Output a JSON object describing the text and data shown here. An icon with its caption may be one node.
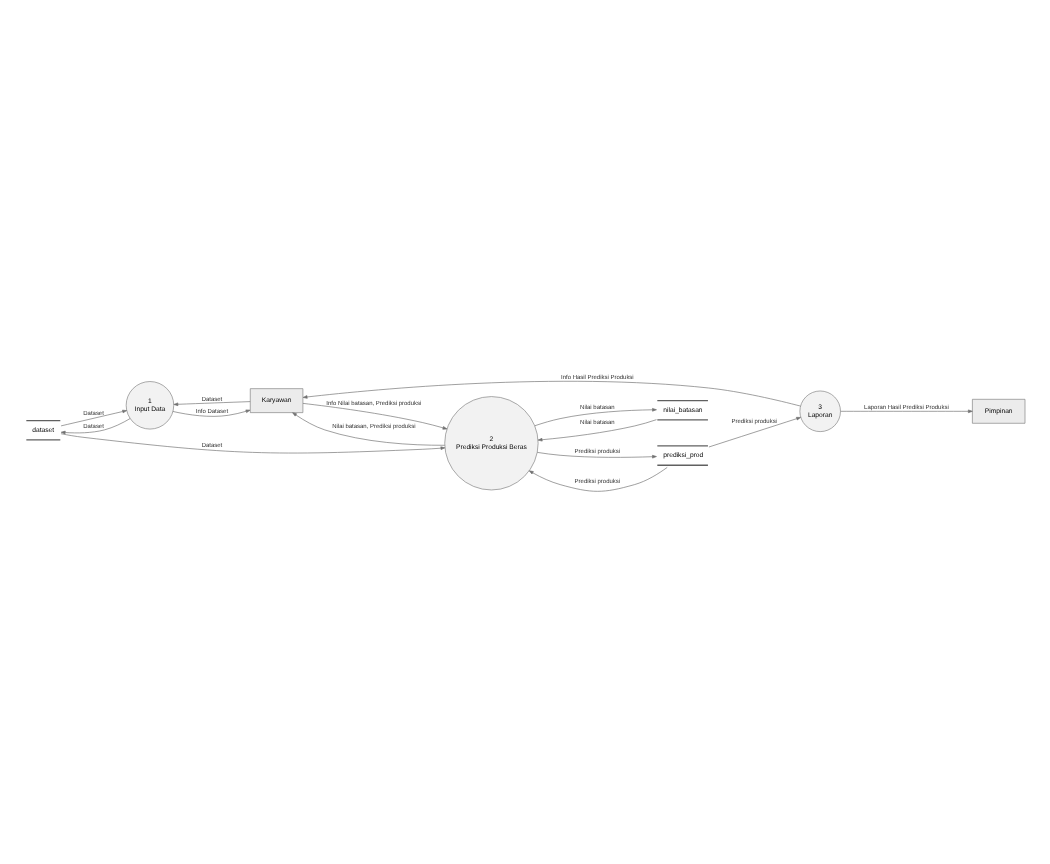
{
  "diagram": {
    "nodes": [
      {
        "text": [
          "dataset"
        ]
      },
      {
        "text": [
          "1",
          "Input Data"
        ]
      },
      {
        "text": [
          "2",
          "Prediksi Produksi Beras"
        ]
      },
      {
        "text": [
          "Karyawan"
        ]
      },
      {
        "text": [
          "nilai_batasan"
        ]
      },
      {
        "text": [
          "prediksi_prod"
        ]
      },
      {
        "text": [
          "3",
          "Laporan"
        ]
      },
      {
        "text": [
          "Pimpinan"
        ]
      }
    ],
    "edges": [
      {
        "from": 1,
        "to": 0,
        "arrow": "to",
        "label": "Dataset"
      },
      {
        "from": 0,
        "to": 1,
        "arrow": "to",
        "label": "Dataset"
      },
      {
        "from": 3,
        "to": 1,
        "arrow": "to",
        "label": "Dataset"
      },
      {
        "from": 1,
        "to": 3,
        "arrow": "to",
        "label": "Info Dataset"
      },
      {
        "from": 2,
        "to": 3,
        "arrow": "to",
        "label": "Nilai batasan, Prediksi produksi"
      },
      {
        "from": 3,
        "to": 2,
        "arrow": "to",
        "label": "Info Nilai batasan, Prediksi produksi"
      },
      {
        "from": 0,
        "to": 2,
        "arrow": "to",
        "label": "Dataset"
      },
      {
        "from": 4,
        "to": 2,
        "arrow": "to",
        "label": "Nilai batasan"
      },
      {
        "from": 2,
        "to": 4,
        "arrow": "to",
        "label": "Nilai batasan"
      },
      {
        "from": 5,
        "to": 2,
        "arrow": "to",
        "label": "Prediksi produksi"
      },
      {
        "from": 2,
        "to": 5,
        "arrow": "to",
        "label": "Prediksi produksi"
      },
      {
        "from": 5,
        "to": 6,
        "arrow": "to",
        "label": "Prediksi produksi"
      },
      {
        "from": 6,
        "to": 3,
        "arrow": "to",
        "label": "Info Hasil Prediksi Produksi"
      },
      {
        "from": 6,
        "to": 7,
        "arrow": "to",
        "label": "Laporan Hasil Prediksi Produksi"
      }
    ]
  }
}
